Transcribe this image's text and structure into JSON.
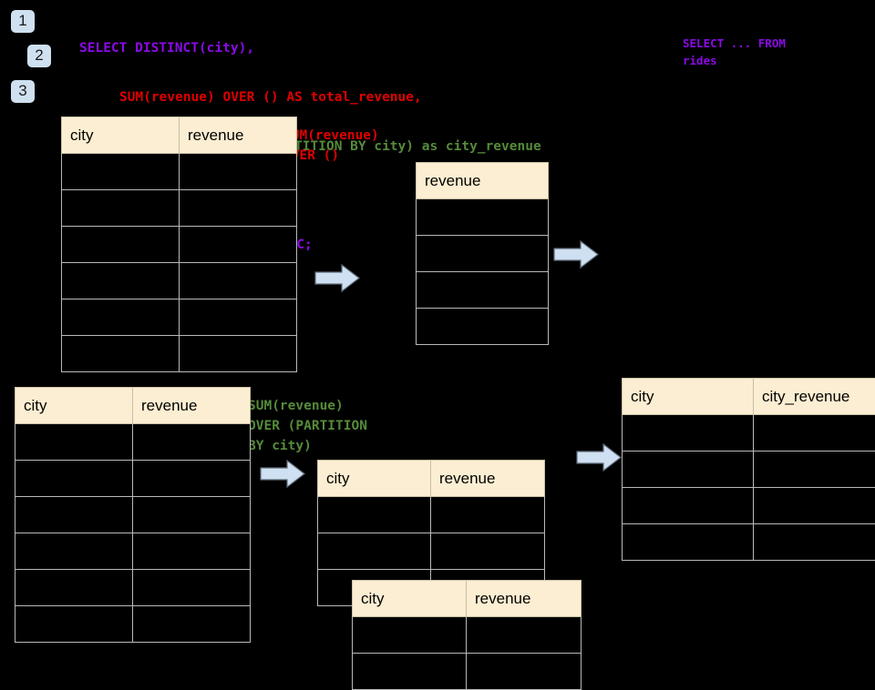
{
  "badges": [
    {
      "label": "1"
    },
    {
      "label": "2"
    },
    {
      "label": "3"
    }
  ],
  "sql": {
    "lines": [
      {
        "text": "SELECT DISTINCT(city),",
        "color": "purple",
        "indent": 0
      },
      {
        "text": "SUM(revenue) OVER () AS total_revenue,",
        "color": "red",
        "indent": 44
      },
      {
        "text": "SUM(revenue) OVER (PARTITION BY city) as city_revenue",
        "color": "green",
        "indent": 44
      },
      {
        "text": "FROM rides",
        "color": "purple",
        "indent": 20
      },
      {
        "text": "ORDER by city_revenue DESC;",
        "color": "purple",
        "indent": 20
      }
    ],
    "colors": {
      "purple": "#8c0ae8",
      "red": "#e00000",
      "green": "#558b3a"
    }
  },
  "notes": {
    "select_from": "SELECT ... FROM\nrides",
    "over_empty": "SUM(revenue)\nOVER ()",
    "partition_by_city": "SUM(revenue)\nOVER (PARTITION\nBY city)"
  },
  "tables": {
    "source_top": {
      "headers": [
        "city",
        "revenue"
      ],
      "body_rows": 6
    },
    "total_revenue": {
      "headers": [
        "revenue"
      ],
      "body_rows": 4
    },
    "source_bottom": {
      "headers": [
        "city",
        "revenue"
      ],
      "body_rows": 6
    },
    "partition_back": {
      "headers": [
        "city",
        "revenue"
      ],
      "body_rows": 3
    },
    "partition_front": {
      "headers": [
        "city",
        "revenue"
      ],
      "body_rows": 2
    },
    "result": {
      "headers": [
        "city",
        "city_revenue"
      ],
      "body_rows": 4
    }
  },
  "arrows": {
    "count": 4,
    "fill": "#cfe0f2",
    "stroke": "#5f6b78"
  },
  "theme": {
    "background": "#000000",
    "header_fill": "#fceed2",
    "grid_line": "#b9b9b9",
    "badge_fill": "#cfe0f0"
  }
}
